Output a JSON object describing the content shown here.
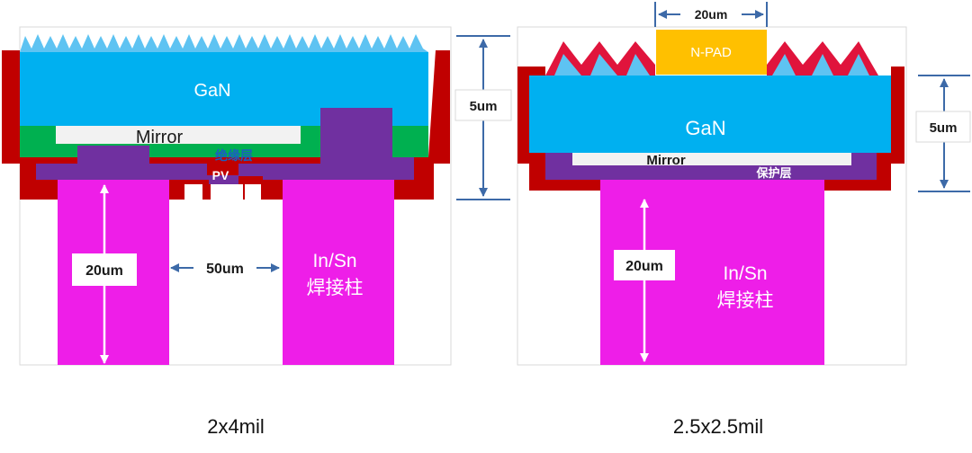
{
  "left": {
    "gan": "GaN",
    "mirror": "Mirror",
    "insulation": "绝缘层",
    "pv": "PV",
    "height_dim": "5um",
    "pillar_height": "20um",
    "gap": "50um",
    "pillar_label_1": "In/Sn",
    "pillar_label_2": "焊接柱",
    "caption": "2x4mil"
  },
  "right": {
    "npad": "N-PAD",
    "npad_width": "20um",
    "gan": "GaN",
    "mirror": "Mirror",
    "protect": "保护层",
    "height_dim": "5um",
    "pillar_height": "20um",
    "pillar_label_1": "In/Sn",
    "pillar_label_2": "焊接柱",
    "caption": "2.5x2.5mil"
  },
  "colors": {
    "gan": "#00b0f0",
    "red": "#c00000",
    "purple": "#7030a0",
    "magenta": "#ee1ee8",
    "green": "#00b050",
    "mirror": "#f2f2f2",
    "npad": "#ffc000",
    "crimson": "#e0143c",
    "arrow_blue": "#3d6aa8"
  }
}
